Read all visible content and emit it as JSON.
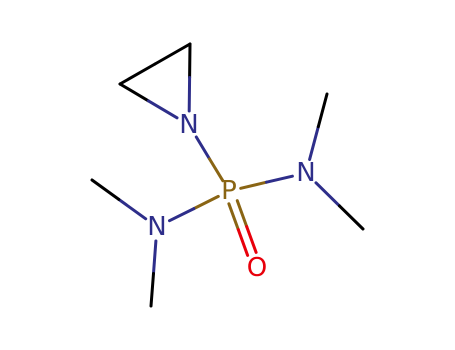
{
  "colors": {
    "background": "#ffffff",
    "carbon_bond": "#000000",
    "nitrogen": "#2e2e8a",
    "phosphorus": "#8a6514",
    "oxygen": "#e8000b"
  },
  "atoms": [
    {
      "id": "N1",
      "element": "N",
      "label": "N"
    },
    {
      "id": "N2",
      "element": "N",
      "label": "N"
    },
    {
      "id": "N3",
      "element": "N",
      "label": "N"
    },
    {
      "id": "P1",
      "element": "P",
      "label": "P"
    },
    {
      "id": "O1",
      "element": "O",
      "label": "O"
    },
    {
      "id": "C1",
      "element": "C"
    },
    {
      "id": "C2",
      "element": "C"
    },
    {
      "id": "C3",
      "element": "C"
    },
    {
      "id": "C4",
      "element": "C"
    },
    {
      "id": "C5",
      "element": "C"
    },
    {
      "id": "C6",
      "element": "C"
    }
  ],
  "bonds": [
    {
      "from": "C1",
      "to": "C2",
      "order": 1
    },
    {
      "from": "C1",
      "to": "N1",
      "order": 1
    },
    {
      "from": "C2",
      "to": "N1",
      "order": 1
    },
    {
      "from": "N1",
      "to": "P1",
      "order": 1
    },
    {
      "from": "P1",
      "to": "N2",
      "order": 1
    },
    {
      "from": "P1",
      "to": "N3",
      "order": 1
    },
    {
      "from": "P1",
      "to": "O1",
      "order": 2
    },
    {
      "from": "N2",
      "to": "C3",
      "order": 1
    },
    {
      "from": "N2",
      "to": "C4",
      "order": 1
    },
    {
      "from": "N3",
      "to": "C5",
      "order": 1
    },
    {
      "from": "N3",
      "to": "C6",
      "order": 1
    }
  ]
}
